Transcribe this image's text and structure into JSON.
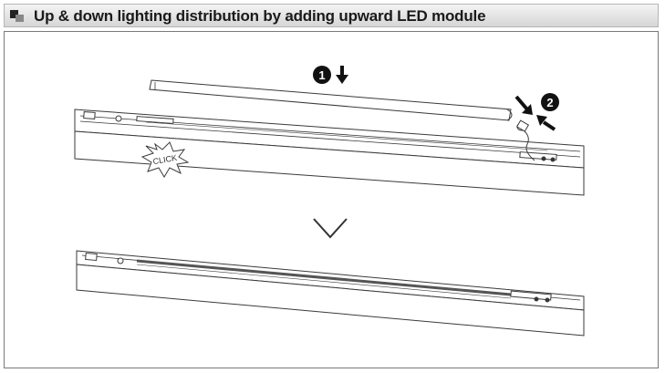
{
  "header": {
    "title": "Up & down lighting distribution by adding upward LED module",
    "icon": "stacked-squares-icon"
  },
  "diagram": {
    "step1_label": "1",
    "step2_label": "2",
    "click_label": "CLICK",
    "colors": {
      "line": "#3a3a3a",
      "fill": "#ffffff",
      "step_badge": "#111111",
      "header_text": "#1a1a1a"
    }
  }
}
